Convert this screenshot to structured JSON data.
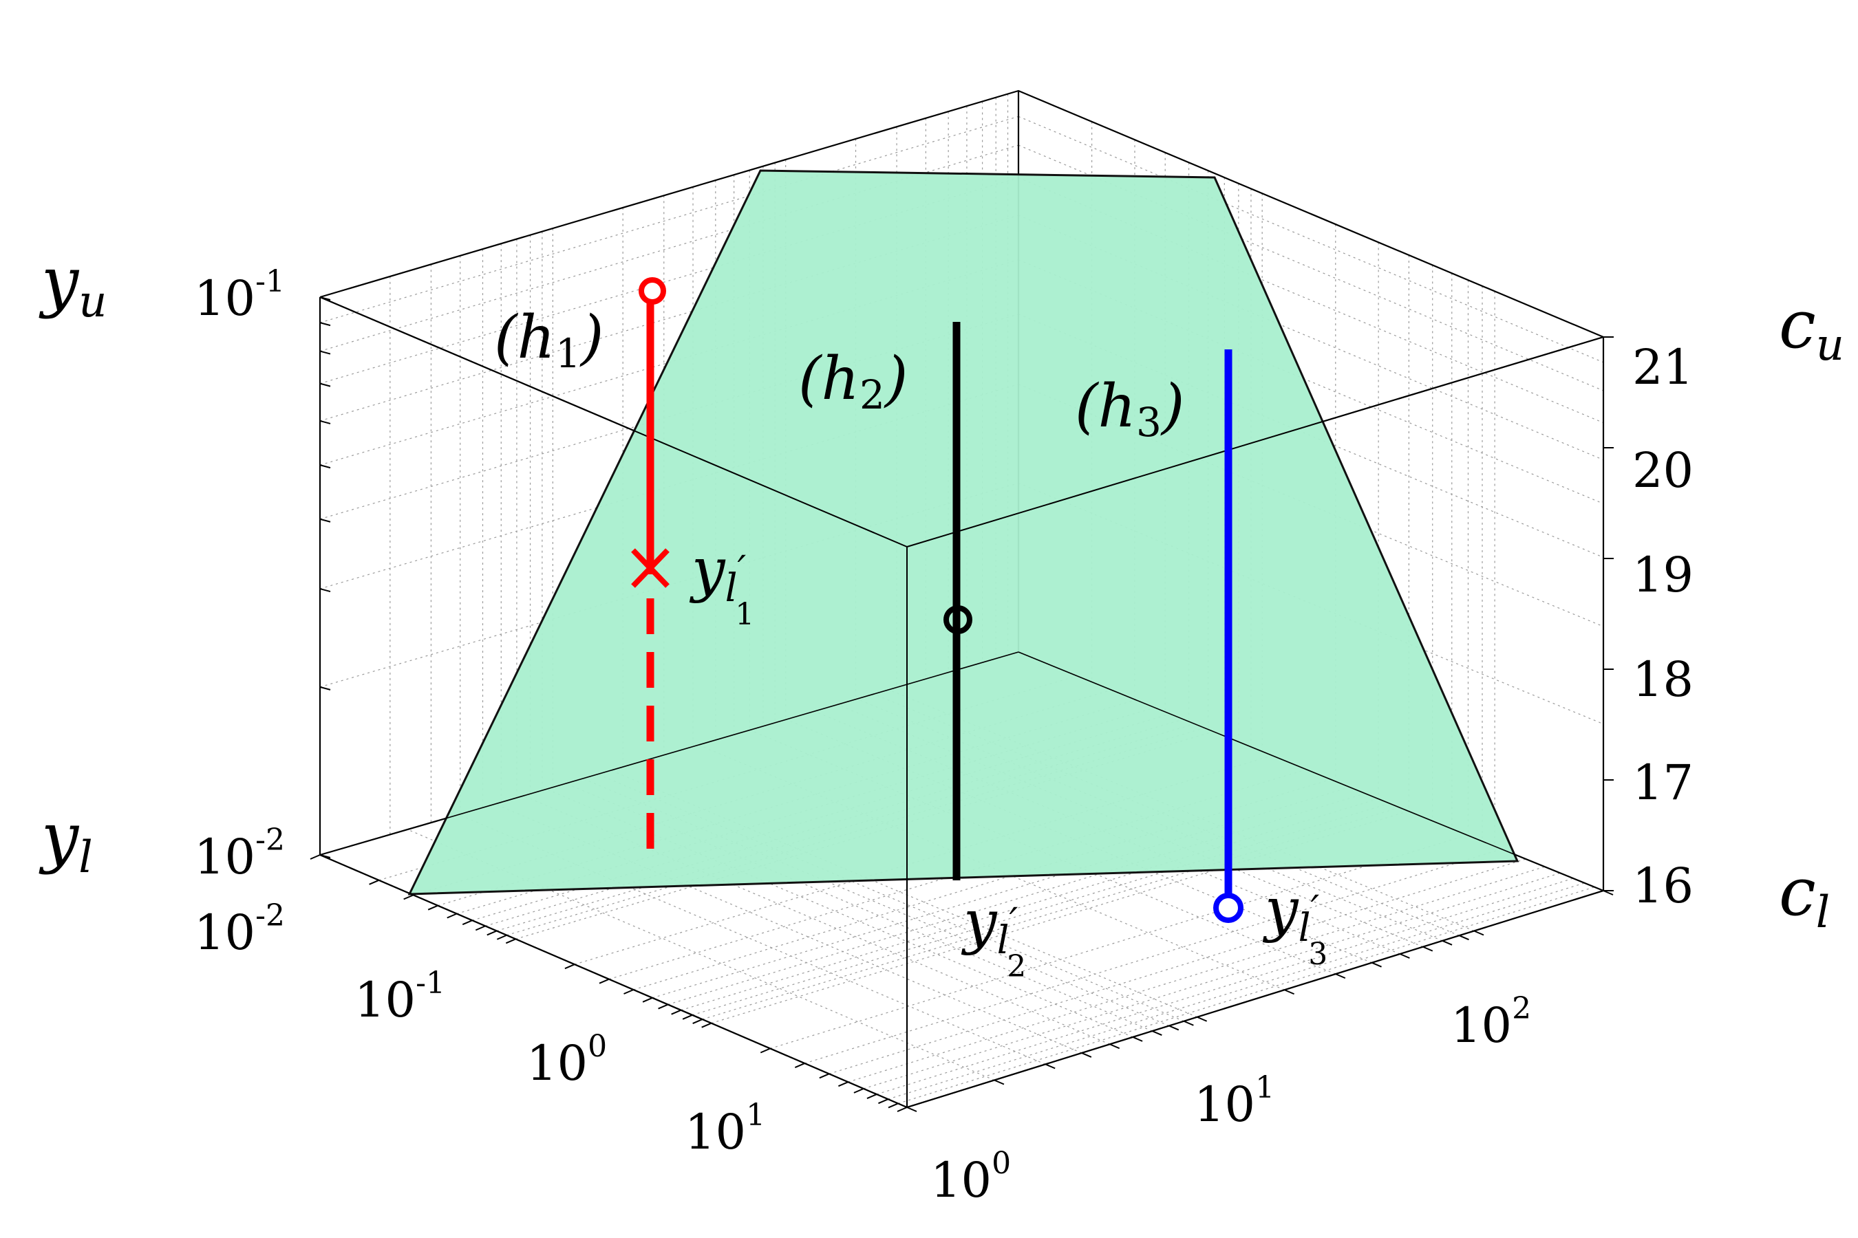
{
  "diagram": {
    "plane_color": "#a9efcf",
    "plane_stroke": "#111111",
    "axis_labels": {
      "y_upper": "y",
      "y_upper_sub": "u",
      "y_lower": "y",
      "y_lower_sub": "l",
      "c_upper": "c",
      "c_upper_sub": "u",
      "c_lower": "c",
      "c_lower_sub": "l"
    },
    "left_vertical_ticks": [
      {
        "base": "10",
        "exp": "-1"
      },
      {
        "base": "10",
        "exp": "-2"
      }
    ],
    "right_vertical_ticks": [
      "21",
      "20",
      "19",
      "18",
      "17",
      "16"
    ],
    "left_depth_ticks": [
      {
        "base": "10",
        "exp": "-2"
      },
      {
        "base": "10",
        "exp": "-1"
      },
      {
        "base": "10",
        "exp": "0"
      },
      {
        "base": "10",
        "exp": "1"
      }
    ],
    "right_depth_ticks": [
      {
        "base": "10",
        "exp": "0"
      },
      {
        "base": "10",
        "exp": "1"
      },
      {
        "base": "10",
        "exp": "2"
      }
    ],
    "lines": [
      {
        "id": "h1",
        "label": "(h",
        "label_sub": "1",
        "label_close": ")",
        "color": "#ff0000",
        "marker_top": "circle",
        "marker_mid": "x",
        "lower_segment": "dashed"
      },
      {
        "id": "h2",
        "label": "(h",
        "label_sub": "2",
        "label_close": ")",
        "color": "#000000",
        "marker_mid": "circle"
      },
      {
        "id": "h3",
        "label": "(h",
        "label_sub": "3",
        "label_close": ")",
        "color": "#0000ff",
        "marker_bottom": "circle"
      }
    ],
    "point_labels": [
      {
        "base": "y",
        "sub": "l",
        "prime": "′",
        "subsub": "1"
      },
      {
        "base": "y",
        "sub": "l",
        "prime": "′",
        "subsub": "2"
      },
      {
        "base": "y",
        "sub": "l",
        "prime": "′",
        "subsub": "3"
      }
    ]
  }
}
